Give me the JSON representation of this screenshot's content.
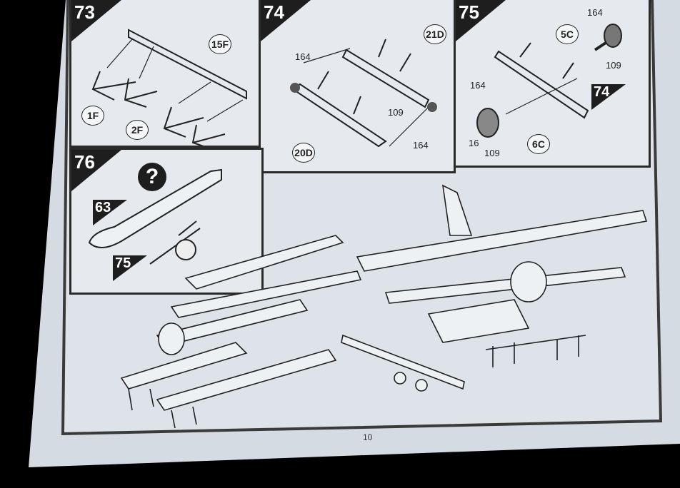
{
  "page_number": "10",
  "steps": {
    "s73": {
      "number": "73",
      "parts": [
        "15F",
        "1F",
        "2F"
      ]
    },
    "s74": {
      "number": "74",
      "parts": [
        "21D",
        "20D"
      ],
      "labels": [
        "164",
        "109",
        "164"
      ]
    },
    "s75": {
      "number": "75",
      "parts": [
        "5C",
        "6C"
      ],
      "labels": [
        "164",
        "109",
        "164",
        "16",
        "109"
      ],
      "ref_step": "74"
    },
    "s76": {
      "number": "76",
      "question": "?",
      "ref_steps": [
        "63",
        "75"
      ]
    }
  }
}
